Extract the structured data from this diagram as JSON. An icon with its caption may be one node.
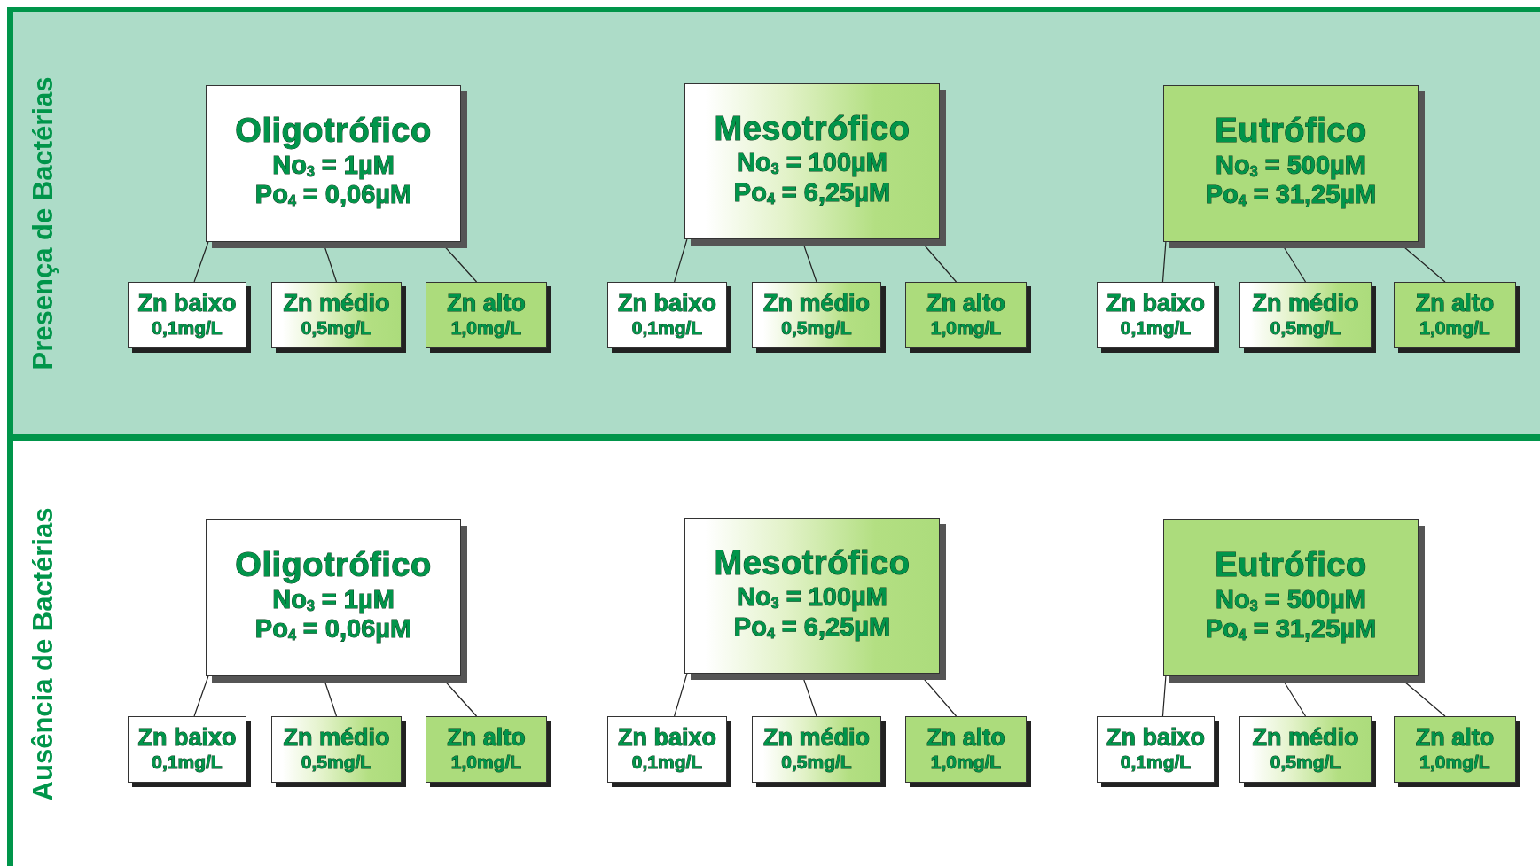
{
  "diagram": {
    "nodes": [
      {
        "text": [
          "Presença de Bactérias"
        ]
      },
      {
        "text": [
          "Oligotrófico",
          "No$_{3}$ = 1µM",
          "Po$_{4}$ = 0,06µM"
        ],
        "in": 0
      },
      {
        "text": [
          "Zn baixo",
          "0,1mg/L"
        ],
        "in": 0
      },
      {
        "text": [
          "Zn médio",
          "0,5mg/L"
        ],
        "in": 0
      },
      {
        "text": [
          "Zn alto",
          "1,0mg/L"
        ],
        "in": 0
      },
      {
        "text": [
          "Mesotrófico",
          "No$_{3}$ = 100µM",
          "Po$_{4}$ = 6,25µM"
        ],
        "in": 0
      },
      {
        "text": [
          "Zn baixo",
          "0,1mg/L"
        ],
        "in": 0
      },
      {
        "text": [
          "Zn médio",
          "0,5mg/L"
        ],
        "in": 0
      },
      {
        "text": [
          "Zn alto",
          "1,0mg/L"
        ],
        "in": 0
      },
      {
        "text": [
          "Eutrófico",
          "No$_{3}$ = 500µM",
          "Po$_{4}$ = 31,25µM"
        ],
        "in": 0
      },
      {
        "text": [
          "Zn baixo",
          "0,1mg/L"
        ],
        "in": 0
      },
      {
        "text": [
          "Zn médio",
          "0,5mg/L"
        ],
        "in": 0
      },
      {
        "text": [
          "Zn alto",
          "1,0mg/L"
        ],
        "in": 0
      },
      {
        "text": [
          "Ausência de Bactérias"
        ]
      },
      {
        "text": [
          "Oligotrófico",
          "No$_{3}$ = 1µM",
          "Po$_{4}$ = 0,06µM"
        ],
        "in": 13
      },
      {
        "text": [
          "Zn baixo",
          "0,1mg/L"
        ],
        "in": 13
      },
      {
        "text": [
          "Zn médio",
          "0,5mg/L"
        ],
        "in": 13
      },
      {
        "text": [
          "Zn alto",
          "1,0mg/L"
        ],
        "in": 13
      },
      {
        "text": [
          "Mesotrófico",
          "No$_{3}$ = 100µM",
          "Po$_{4}$ = 6,25µM"
        ],
        "in": 13
      },
      {
        "text": [
          "Zn baixo",
          "0,1mg/L"
        ],
        "in": 13
      },
      {
        "text": [
          "Zn médio",
          "0,5mg/L"
        ],
        "in": 13
      },
      {
        "text": [
          "Zn alto",
          "1,0mg/L"
        ],
        "in": 13
      },
      {
        "text": [
          "Eutrófico",
          "No$_{3}$ = 500µM",
          "Po$_{4}$ = 31,25µM"
        ],
        "in": 13
      },
      {
        "text": [
          "Zn baixo",
          "0,1mg/L"
        ],
        "in": 13
      },
      {
        "text": [
          "Zn médio",
          "0,5mg/L"
        ],
        "in": 13
      },
      {
        "text": [
          "Zn alto",
          "1,0mg/L"
        ],
        "in": 13
      }
    ],
    "edges": [
      {
        "from": 1,
        "to": 2,
        "arrow": "none"
      },
      {
        "from": 1,
        "to": 3,
        "arrow": "none"
      },
      {
        "from": 1,
        "to": 4,
        "arrow": "none"
      },
      {
        "from": 5,
        "to": 6,
        "arrow": "none"
      },
      {
        "from": 5,
        "to": 7,
        "arrow": "none"
      },
      {
        "from": 5,
        "to": 8,
        "arrow": "none"
      },
      {
        "from": 9,
        "to": 10,
        "arrow": "none"
      },
      {
        "from": 9,
        "to": 11,
        "arrow": "none"
      },
      {
        "from": 9,
        "to": 12,
        "arrow": "none"
      },
      {
        "from": 14,
        "to": 15,
        "arrow": "none"
      },
      {
        "from": 14,
        "to": 16,
        "arrow": "none"
      },
      {
        "from": 14,
        "to": 17,
        "arrow": "none"
      },
      {
        "from": 18,
        "to": 19,
        "arrow": "none"
      },
      {
        "from": 18,
        "to": 20,
        "arrow": "none"
      },
      {
        "from": 18,
        "to": 21,
        "arrow": "none"
      },
      {
        "from": 22,
        "to": 23,
        "arrow": "none"
      },
      {
        "from": 22,
        "to": 24,
        "arrow": "none"
      },
      {
        "from": 22,
        "to": 25,
        "arrow": "none"
      }
    ]
  }
}
